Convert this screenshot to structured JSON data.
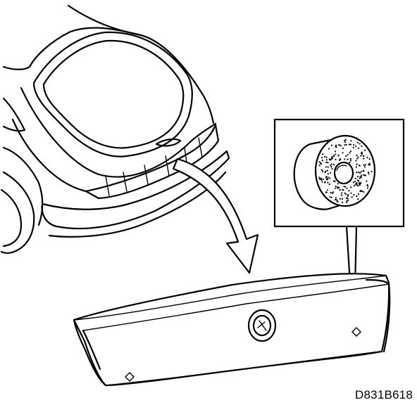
{
  "figure": {
    "reference_code": "D831B618"
  },
  "parts": [
    {
      "name": "car-rear-view",
      "icon": "car-rear-icon"
    },
    {
      "name": "trim-panel",
      "icon": "trim-panel-icon"
    },
    {
      "name": "foam-washer-detail",
      "icon": "foam-washer-icon"
    },
    {
      "name": "fitting-arrow",
      "icon": "curved-arrow-icon"
    }
  ]
}
